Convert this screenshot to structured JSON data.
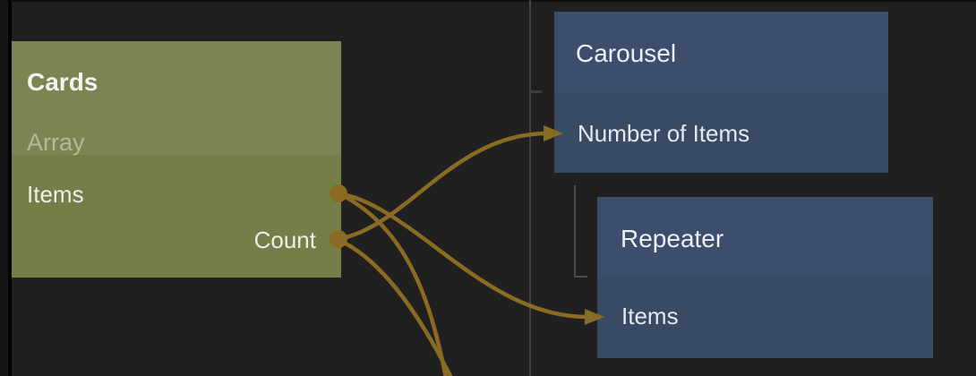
{
  "palette": {
    "canvas_bg": "#212020",
    "wire": "#8a6b23",
    "port_dot": "#8a6b23",
    "green_node_header": "#7b8452",
    "green_node_body": "#747e49",
    "blue_node_header": "#3c4e6b",
    "blue_node_body": "#394a64",
    "guide_line": "#454442"
  },
  "nodes": {
    "cards": {
      "title": "Cards",
      "subtitle": "Array",
      "outputs": [
        {
          "label": "Items"
        },
        {
          "label": "Count"
        }
      ]
    },
    "carousel": {
      "title": "Carousel",
      "inputs": [
        {
          "label": "Number of Items"
        }
      ]
    },
    "repeater": {
      "title": "Repeater",
      "inputs": [
        {
          "label": "Items"
        }
      ]
    }
  },
  "connections": [
    {
      "from": "Cards.Count",
      "to": "Carousel.Number of Items"
    },
    {
      "from": "Cards.Items",
      "to": "Repeater.Items"
    },
    {
      "from": "Cards.Items",
      "to": "offscreen-bottom"
    },
    {
      "from": "Cards.Count",
      "to": "offscreen-bottom"
    }
  ]
}
